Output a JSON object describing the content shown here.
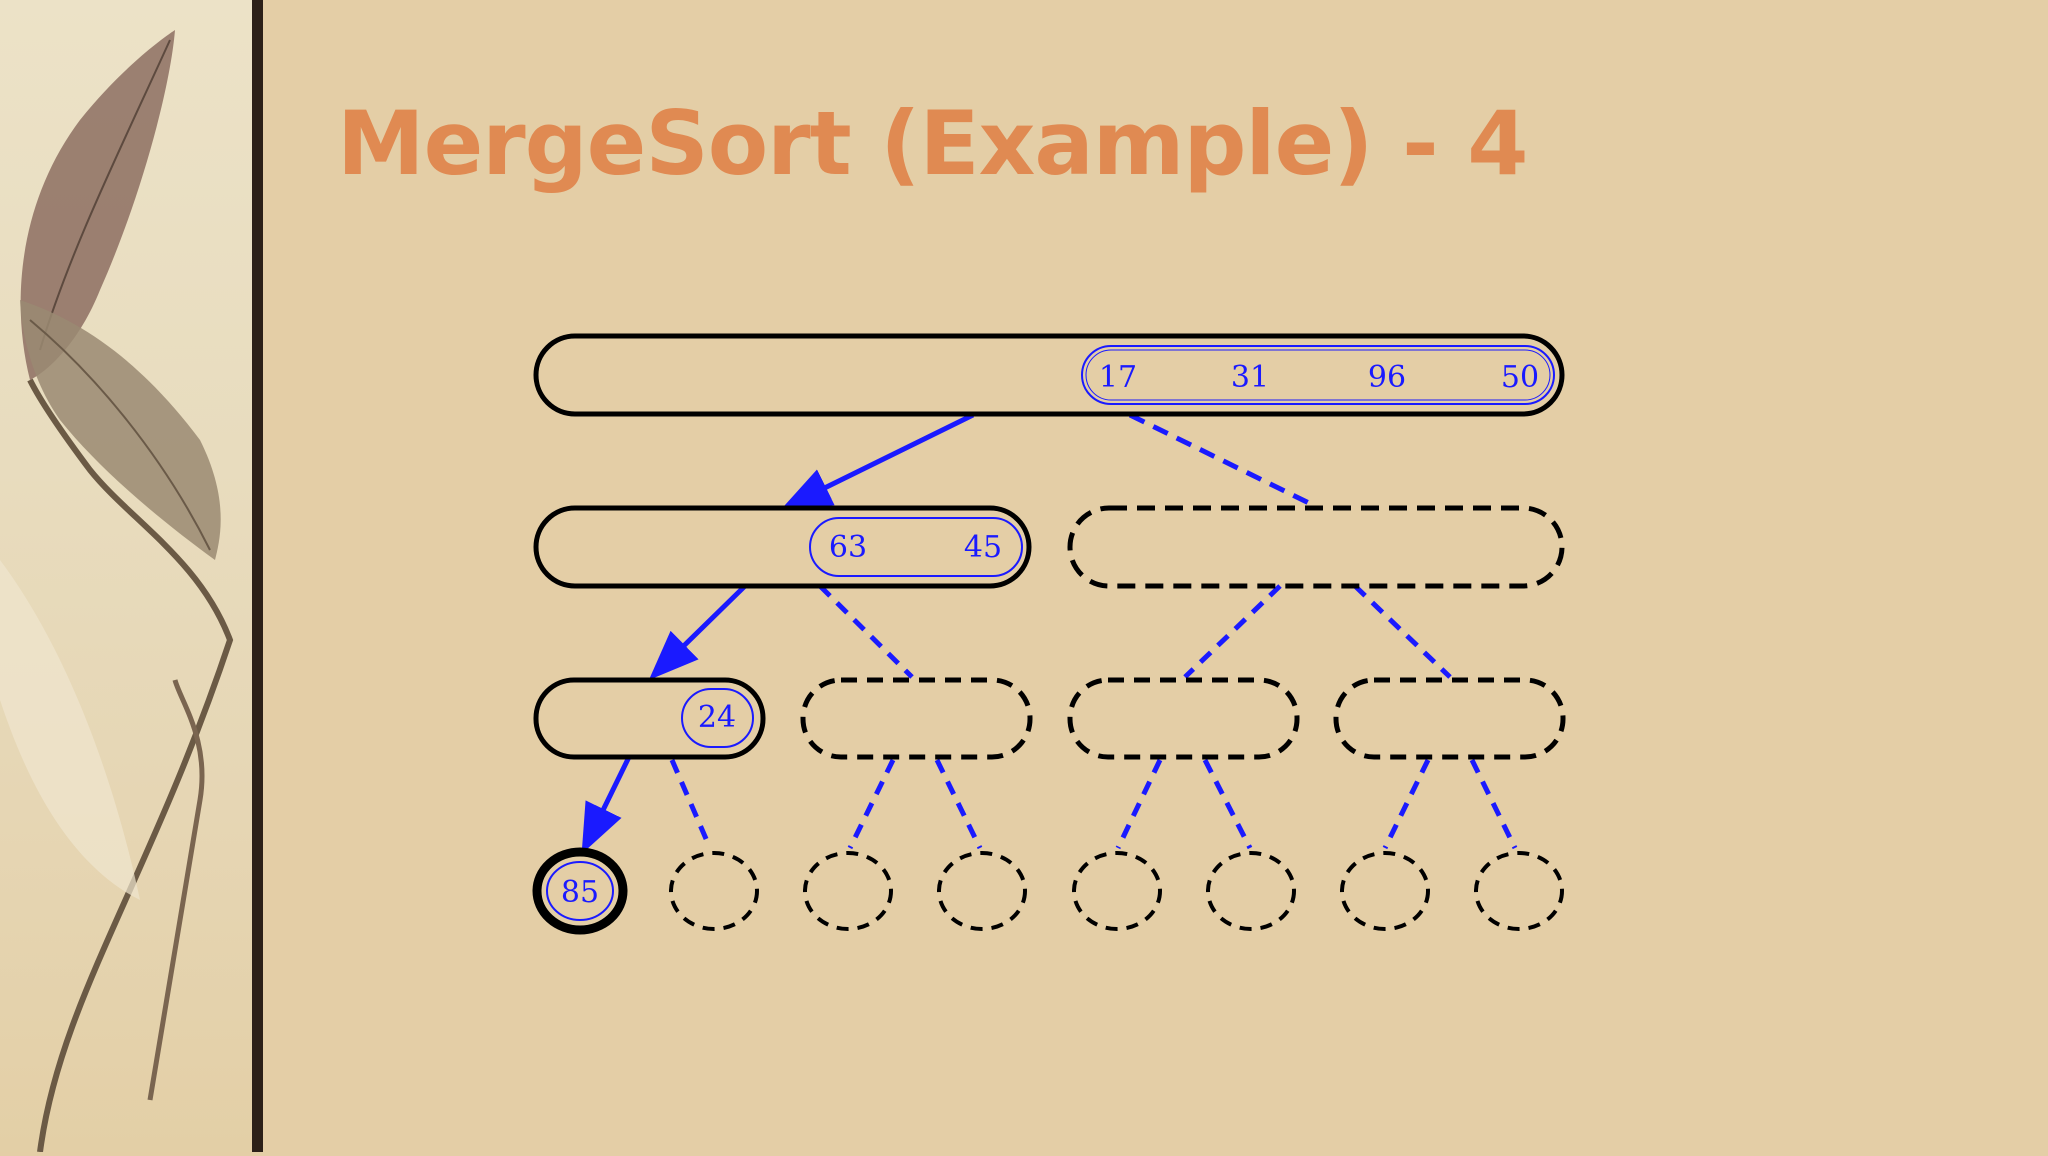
{
  "slide": {
    "title": "MergeSort (Example) - 4"
  },
  "decoration": {
    "side_image": "dried-leaf-branch",
    "colors": {
      "background": "#e4cea6",
      "title": "#e08a52",
      "active": "#1a1aff",
      "outline": "#000000",
      "rule": "#2c2018"
    }
  },
  "merge_tree": {
    "root_values": [
      "17",
      "31",
      "96",
      "50"
    ],
    "level1_left_values": [
      "63",
      "45"
    ],
    "level2_leftmost_value": "24",
    "leaf_current_value": "85"
  }
}
